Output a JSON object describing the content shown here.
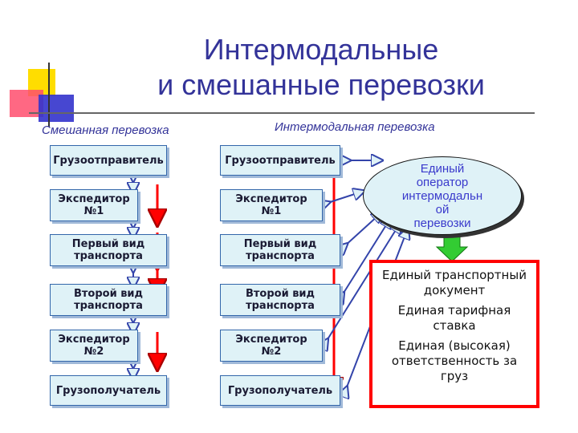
{
  "title": {
    "line1": "Интермодальные",
    "line2": "и смешанные перевозки"
  },
  "mixed": {
    "heading": "Смешанная перевозка",
    "boxes": [
      "Грузоотправитель",
      "Экспедитор\n№1",
      "Первый вид\nтранспорта",
      "Второй вид\nтранспорта",
      "Экспедитор\n№2",
      "Грузополучатель"
    ]
  },
  "intermodal": {
    "heading": "Интермодальная перевозка",
    "boxes": [
      "Грузоотправитель",
      "Экспедитор\n№1",
      "Первый вид\nтранспорта",
      "Второй вид\nтранспорта",
      "Экспедитор\n№2",
      "Грузополучатель"
    ],
    "operator": "Единый\nоператор\nинтермодальн\nой\nперевозки"
  },
  "features": [
    "Единый транспортный документ",
    "Единая тарифная ставка",
    "Единая (высокая) ответственность за груз"
  ],
  "colors": {
    "title": "#333399",
    "box_fill": "#dff2f7",
    "red_arrow": "#ff0000",
    "green_arrow": "#33cc33",
    "frame": "#ff0000"
  }
}
